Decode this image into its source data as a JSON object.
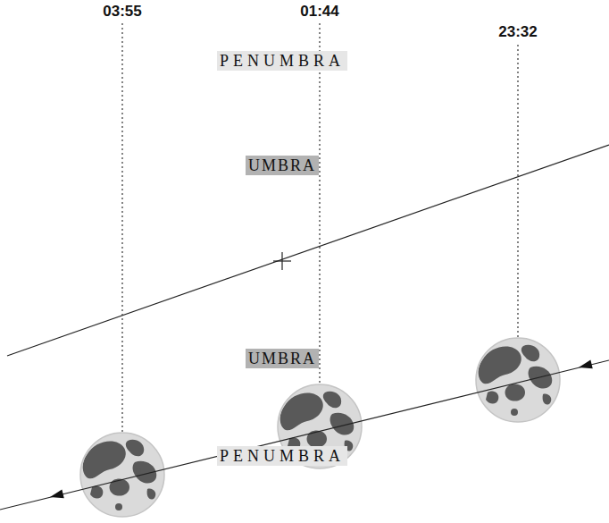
{
  "diagram": {
    "nodes": [
      {
        "text": [
          "PENUMBRA",
          "PENUMBRA"
        ]
      },
      {
        "text": [
          "UMBRA",
          "UMBRA"
        ],
        "in": 0
      }
    ],
    "labels": [
      "03:55",
      "01:44",
      "23:32"
    ]
  }
}
